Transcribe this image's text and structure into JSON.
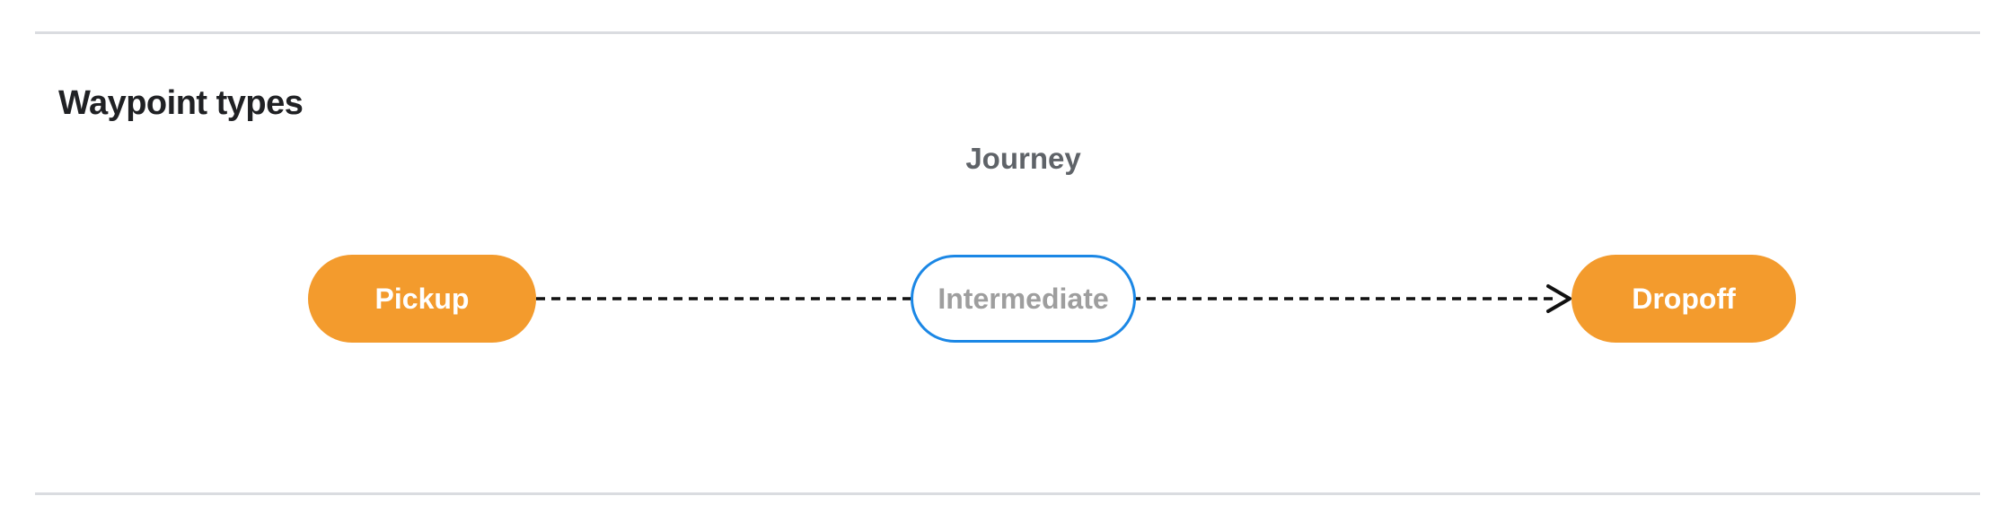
{
  "panel": {
    "title": "Waypoint types"
  },
  "diagram": {
    "title": "Journey",
    "nodes": [
      {
        "label": "Pickup",
        "style": "filled"
      },
      {
        "label": "Intermediate",
        "style": "outlined"
      },
      {
        "label": "Dropoff",
        "style": "filled"
      }
    ],
    "edges": [
      {
        "from": "Pickup",
        "via": "Intermediate",
        "to": "Dropoff",
        "style": "dashed-arrow"
      }
    ],
    "colors": {
      "node_fill": "#F39B2D",
      "node_text": "#FFFFFF",
      "outlined_border": "#1B87E5",
      "outlined_text": "#9E9E9E",
      "connector": "#111111",
      "diagram_title_text": "#5F6368",
      "heading_text": "#202124",
      "divider": "#DADCE0"
    }
  }
}
